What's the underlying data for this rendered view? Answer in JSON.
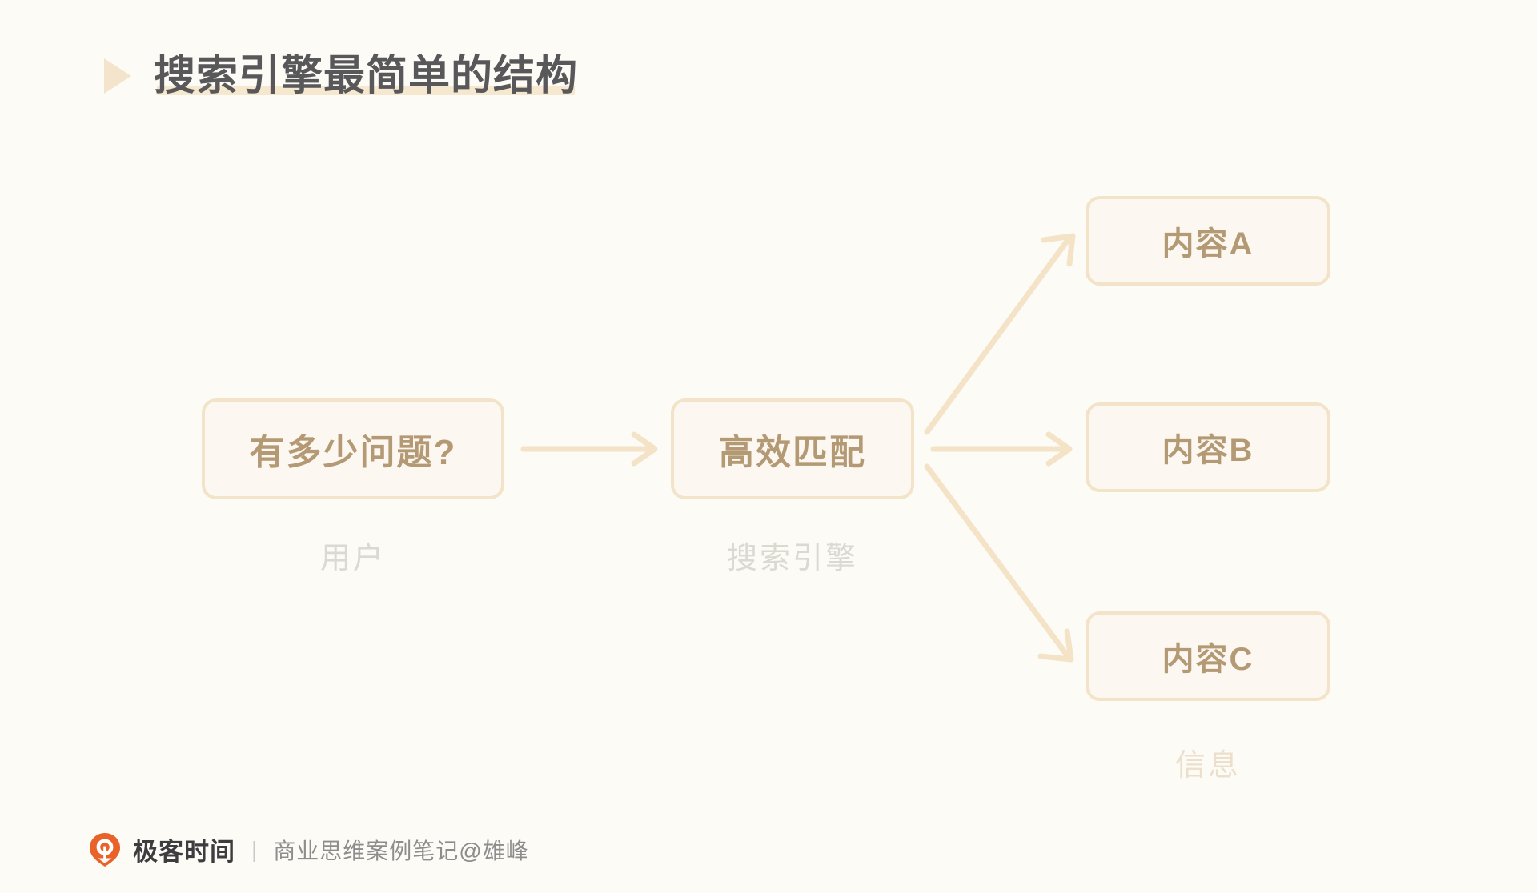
{
  "slide": {
    "background_color": "#fdfbf6",
    "title": "搜索引擎最简单的结构",
    "bullet_icon": "triangle-right-icon",
    "accent_color": "#f3e3c8",
    "text_color": "#58585a",
    "node_text_color": "#b49a74",
    "caption_color": "#dcd8d2"
  },
  "diagram": {
    "type": "flow",
    "nodes": [
      {
        "id": "user",
        "label": "有多少问题?",
        "caption": "用户"
      },
      {
        "id": "engine",
        "label": "高效匹配",
        "caption": "搜索引擎"
      },
      {
        "id": "a",
        "label": "内容A",
        "caption": ""
      },
      {
        "id": "b",
        "label": "内容B",
        "caption": ""
      },
      {
        "id": "c",
        "label": "内容C",
        "caption": ""
      }
    ],
    "group_caption": "信息",
    "edges": [
      {
        "from": "user",
        "to": "engine",
        "style": "straight-right"
      },
      {
        "from": "engine",
        "to": "a",
        "style": "diagonal-up-right"
      },
      {
        "from": "engine",
        "to": "b",
        "style": "straight-right"
      },
      {
        "from": "engine",
        "to": "c",
        "style": "diagonal-down-right"
      }
    ]
  },
  "footer": {
    "logo_icon": "geektime-pin-logo-icon",
    "brand": "极客时间",
    "separator": "|",
    "note": "商业思维案例笔记@雄峰",
    "logo_color": "#e8622a"
  }
}
